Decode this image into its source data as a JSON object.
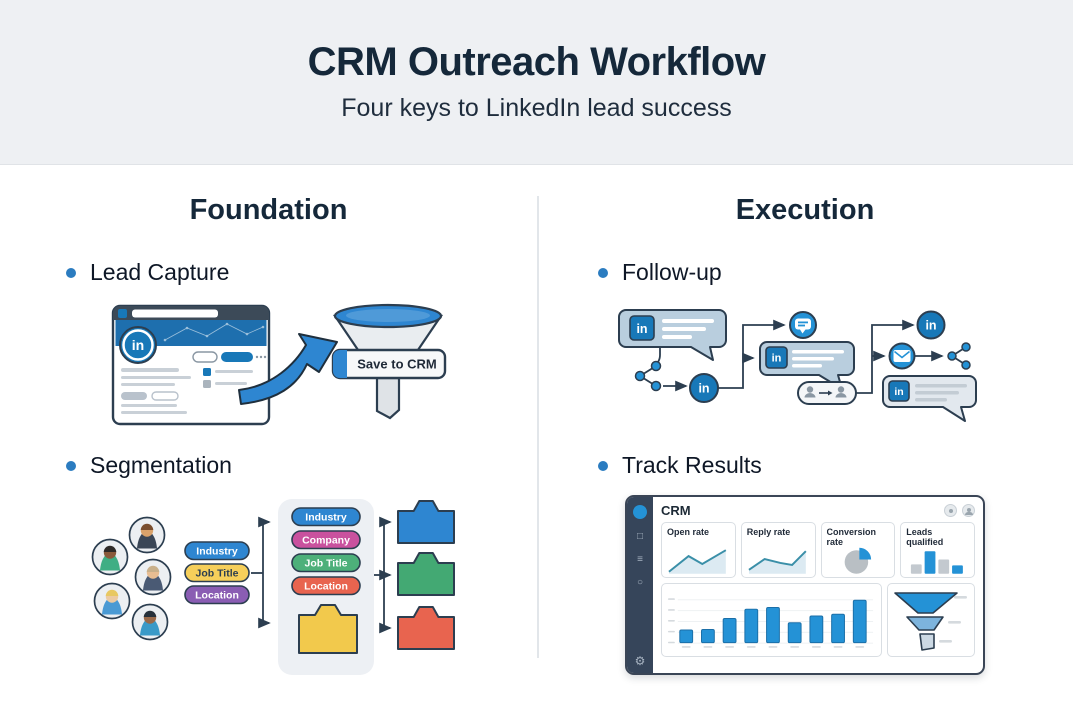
{
  "header": {
    "title": "CRM Outreach Workflow",
    "subtitle": "Four keys to LinkedIn lead success"
  },
  "foundation": {
    "heading": "Foundation",
    "bullet1": "Lead Capture",
    "bullet2": "Segmentation"
  },
  "execution": {
    "heading": "Execution",
    "bullet1": "Follow-up",
    "bullet2": "Track Results"
  },
  "lead_capture": {
    "linkedin_logo": "in",
    "save_button": "Save to CRM"
  },
  "segmentation": {
    "left_tags": [
      {
        "label": "Industry",
        "color": "#2e86d1",
        "text_color": "#ffffff"
      },
      {
        "label": "Job Title",
        "color": "#f6cf5a",
        "text_color": "#2c3e50"
      },
      {
        "label": "Location",
        "color": "#8a5db3",
        "text_color": "#ffffff"
      }
    ],
    "panel_tags": [
      {
        "label": "Industry",
        "color": "#2e86d1",
        "text_color": "#ffffff"
      },
      {
        "label": "Company",
        "color": "#c9519e",
        "text_color": "#ffffff"
      },
      {
        "label": "Job Title",
        "color": "#4db07a",
        "text_color": "#ffffff"
      },
      {
        "label": "Location",
        "color": "#e8644f",
        "text_color": "#ffffff"
      }
    ],
    "panel_folder_color": "#f2c94c",
    "folders": [
      {
        "color": "#2e86d1"
      },
      {
        "color": "#43a973"
      },
      {
        "color": "#e8644f"
      }
    ]
  },
  "follow_up": {
    "badge": "in"
  },
  "dashboard": {
    "app_name": "CRM",
    "cards": [
      {
        "title": "Open rate",
        "type": "line"
      },
      {
        "title": "Reply rate",
        "type": "line"
      },
      {
        "title": "Conversion rate",
        "type": "pie"
      },
      {
        "title": "Leads qualified",
        "type": "bar"
      }
    ],
    "leads_qualified_bars": [
      {
        "value": 38,
        "color": "#c3c9cf"
      },
      {
        "value": 92,
        "color": "#2492d6"
      },
      {
        "value": 58,
        "color": "#c3c9cf"
      },
      {
        "value": 34,
        "color": "#2492d6"
      }
    ],
    "activity_bars": [
      30,
      31,
      57,
      79,
      83,
      47,
      63,
      67,
      100
    ],
    "bar_color": "#2492d6",
    "conversion_pie": {
      "wedge_percent": 25,
      "wedge_color": "#2492d6",
      "rest_color": "#b9bfc4"
    },
    "funnel_stages": [
      {
        "color": "#2492d6"
      },
      {
        "color": "#7db4dd"
      },
      {
        "color": "#ccd9e4"
      }
    ]
  },
  "colors": {
    "accent_blue": "#2e86d1",
    "linkedin_blue": "#1878b8",
    "heading_text": "#15283a",
    "bullet_dot": "#2b7cc0",
    "header_band": "#eef0f3",
    "bubble_steel": "#b9cede",
    "outline_dark": "#2c3e50"
  }
}
